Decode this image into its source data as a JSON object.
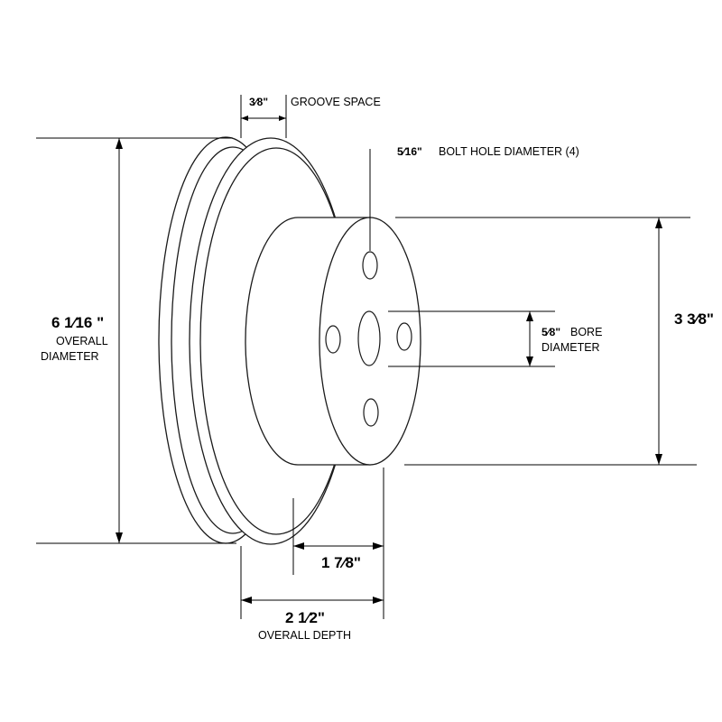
{
  "labels": {
    "groove_value": "3⁄8\"",
    "groove_text": "GROOVE SPACE",
    "bolt_value": "5⁄16\"",
    "bolt_text": "BOLT HOLE DIAMETER (4)",
    "overall_dia_value": "6 1⁄16 \"",
    "overall_dia_line1": "OVERALL",
    "overall_dia_line2": "DIAMETER",
    "bore_value": "5⁄8\"",
    "bore_line1": "BORE",
    "bore_line2": "DIAMETER",
    "hub_value": "3 3⁄8\"",
    "hub_depth_value": "1 7⁄8\"",
    "overall_depth_value": "2 1⁄2\"",
    "overall_depth_text": "OVERALL DEPTH"
  },
  "colors": {
    "ink": "#000000",
    "paper": "#ffffff"
  }
}
